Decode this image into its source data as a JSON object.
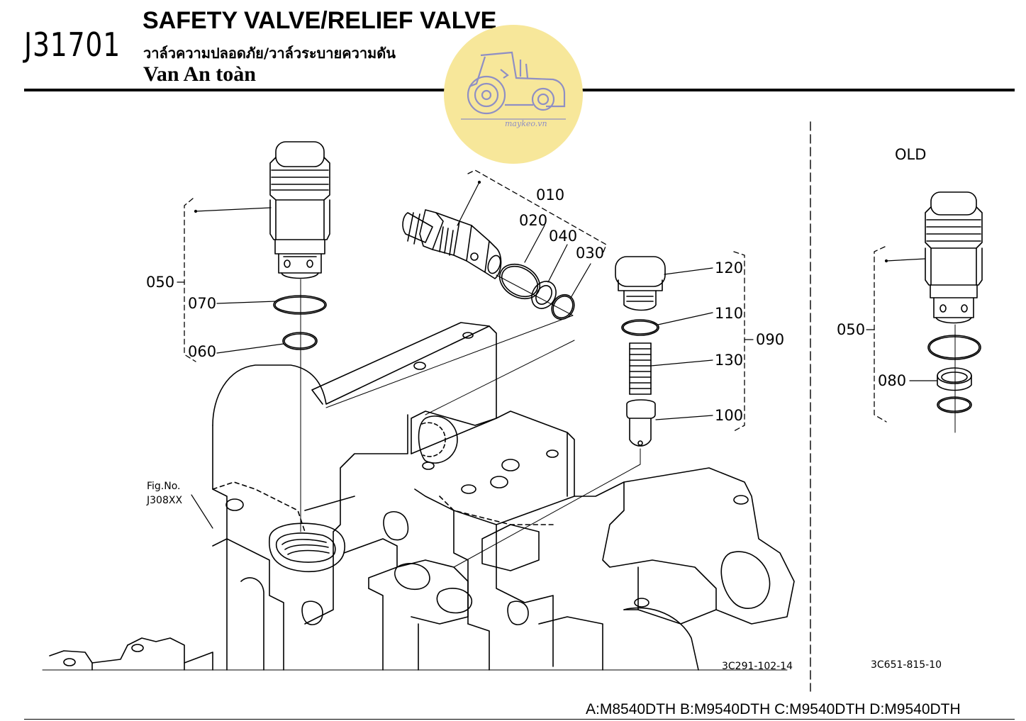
{
  "header": {
    "page_code": "J31701",
    "title_en": "SAFETY VALVE/RELIEF VALVE",
    "title_th": "วาล์วความปลอดภัย/วาล์วระบายความดัน",
    "title_vi": "Van An toàn"
  },
  "watermark": {
    "text": "maykeo.vn",
    "color": "#f7e79a"
  },
  "labels": {
    "p010": "010",
    "p020": "020",
    "p030": "030",
    "p040": "040",
    "p050": "050",
    "p060": "060",
    "p070": "070",
    "p090": "090",
    "p100": "100",
    "p110": "110",
    "p120": "120",
    "p130": "130",
    "old_050": "050",
    "old_080": "080"
  },
  "old_section": {
    "title": "OLD"
  },
  "fig_ref": {
    "line1": "Fig.No.",
    "line2": "J308XX"
  },
  "drawing_codes": {
    "main": "3C291-102-14",
    "old": "3C651-815-10"
  },
  "footer": {
    "models": "A:M8540DTH B:M9540DTH C:M9540DTH D:M9540DTH"
  }
}
